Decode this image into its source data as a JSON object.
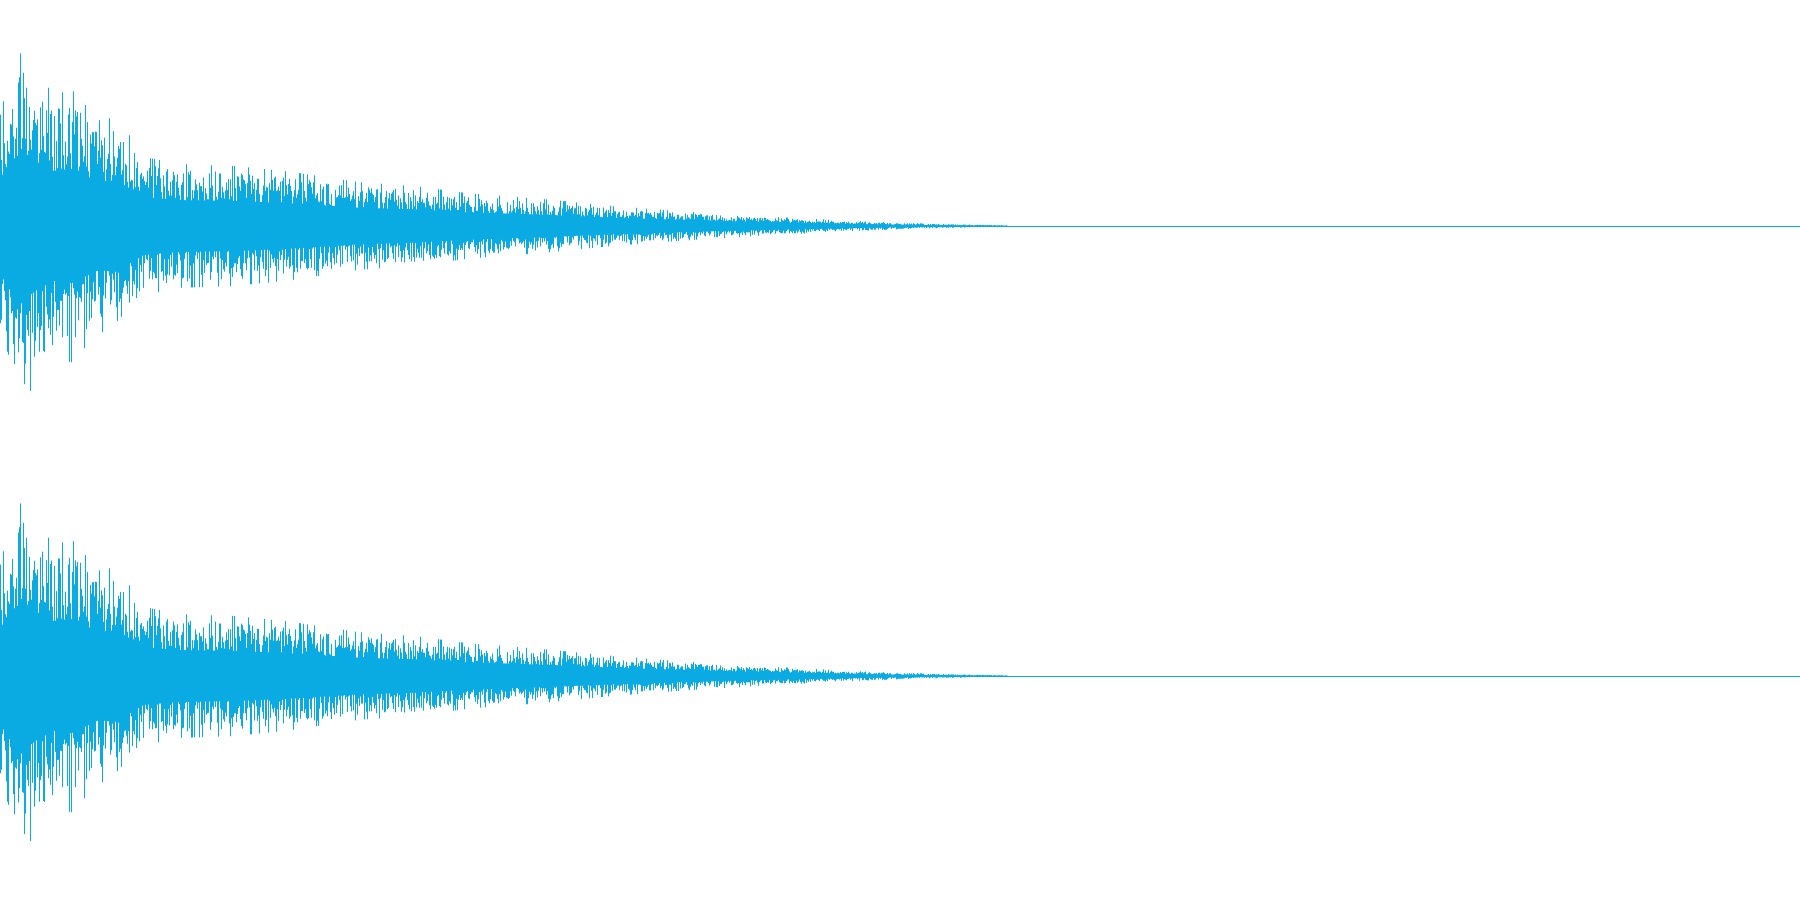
{
  "chart_data": {
    "type": "area",
    "chart_kind": "audio-waveform",
    "color": "#0aabe3",
    "background": "#ffffff",
    "grid": false,
    "legend": "none",
    "title": "",
    "xlabel": "",
    "ylabel": "",
    "xlim": [
      0,
      1
    ],
    "ylim": [
      -1,
      1
    ],
    "channels": [
      {
        "name": "",
        "envelope": {
          "x": [
            0.0,
            0.005,
            0.013,
            0.02,
            0.03,
            0.04,
            0.055,
            0.065,
            0.08,
            0.1,
            0.13,
            0.16,
            0.2,
            0.23,
            0.26,
            0.3,
            0.34,
            0.38,
            0.42,
            0.45,
            0.48,
            0.5,
            0.52,
            0.54,
            0.56,
            0.558,
            1.0
          ],
          "peak": [
            0.6,
            0.82,
            0.98,
            0.85,
            0.72,
            0.75,
            0.58,
            0.6,
            0.38,
            0.34,
            0.33,
            0.3,
            0.24,
            0.22,
            0.18,
            0.15,
            0.11,
            0.08,
            0.055,
            0.04,
            0.025,
            0.018,
            0.012,
            0.008,
            0.004,
            0.0,
            0.0
          ]
        }
      },
      {
        "name": "",
        "envelope": {
          "x": [
            0.0,
            0.005,
            0.013,
            0.02,
            0.03,
            0.04,
            0.055,
            0.065,
            0.08,
            0.1,
            0.13,
            0.16,
            0.2,
            0.23,
            0.26,
            0.3,
            0.34,
            0.38,
            0.42,
            0.45,
            0.48,
            0.5,
            0.52,
            0.54,
            0.56,
            0.558,
            1.0
          ],
          "peak": [
            0.6,
            0.82,
            0.98,
            0.85,
            0.72,
            0.75,
            0.58,
            0.6,
            0.38,
            0.34,
            0.33,
            0.3,
            0.24,
            0.22,
            0.18,
            0.15,
            0.11,
            0.08,
            0.055,
            0.04,
            0.025,
            0.018,
            0.012,
            0.008,
            0.004,
            0.0,
            0.0
          ]
        }
      }
    ]
  }
}
